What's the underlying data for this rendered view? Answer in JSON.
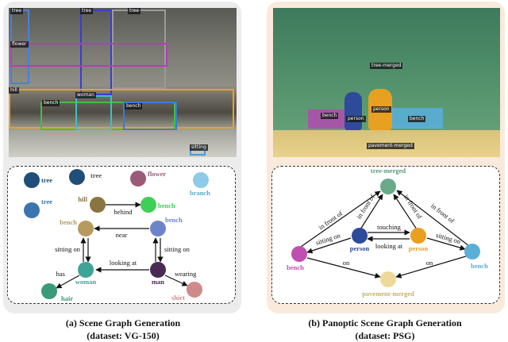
{
  "left": {
    "caption_line1": "(a) Scene Graph Generation",
    "caption_line2": "(dataset: VG-150)",
    "photo_tags": {
      "tree_a": "tree",
      "tree_b": "tree",
      "tree_c": "tree",
      "flower": "flower",
      "hill": "hill",
      "bench_a": "bench",
      "woman": "woman",
      "bench_b": "bench",
      "sitting": "sitting"
    },
    "nodes": {
      "tree1": "tree",
      "tree2": "tree",
      "flower": "flower",
      "branch": "branch",
      "tree3": "tree",
      "hill": "hill",
      "bench_top": "bench",
      "bench_left": "bench",
      "bench_right": "bench",
      "woman": "woman",
      "man": "man",
      "hair": "hair",
      "shirt": "shirt"
    },
    "edges": {
      "behind": "behind",
      "near": "near",
      "sitting_on_1": "sitting on",
      "sitting_on_2": "sitting on",
      "looking_at": "looking at",
      "has": "has",
      "wearing": "wearing"
    }
  },
  "right": {
    "caption_line1": "(b) Panoptic Scene Graph Generation",
    "caption_line2": "(dataset: PSG)",
    "photo_tags": {
      "tree_merged": "tree-merged",
      "bench_a": "bench",
      "person_a": "person",
      "person_b": "person",
      "bench_b": "bench",
      "pavement": "pavement-merged"
    },
    "nodes": {
      "tree_merged": "tree-merged",
      "person_a": "person",
      "person_b": "person",
      "bench_a": "bench",
      "bench_b": "bench",
      "pavement": "pavement-merged"
    },
    "edges": {
      "in_front_of_1": "in front of",
      "in_front_of_2": "in front of",
      "in_front_of_3": "in front of",
      "in_front_of_4": "in front of",
      "touching": "touching",
      "looking_at": "looking at",
      "sitting_on_1": "sitting on",
      "sitting_on_2": "sitting on",
      "on_1": "on",
      "on_2": "on"
    }
  },
  "colors": {
    "tree_dark": "#1f4e79",
    "tree_mid": "#3a75b0",
    "flower": "#9b5a78",
    "branch": "#8ecbe8",
    "hill": "#8a7440",
    "bench_green": "#3fcf55",
    "bench_tan": "#b69a5e",
    "bench_blue": "#6e84c9",
    "woman": "#3fa39a",
    "man": "#4a2a55",
    "hair": "#3a9a7a",
    "shirt": "#cf8a8a",
    "tree_merged": "#6aaa8a",
    "person_blue": "#2e4a9a",
    "person_orange": "#e8a020",
    "bench_magenta": "#c050b0",
    "bench_cyan": "#5aaed8",
    "pavement": "#eed89a"
  }
}
